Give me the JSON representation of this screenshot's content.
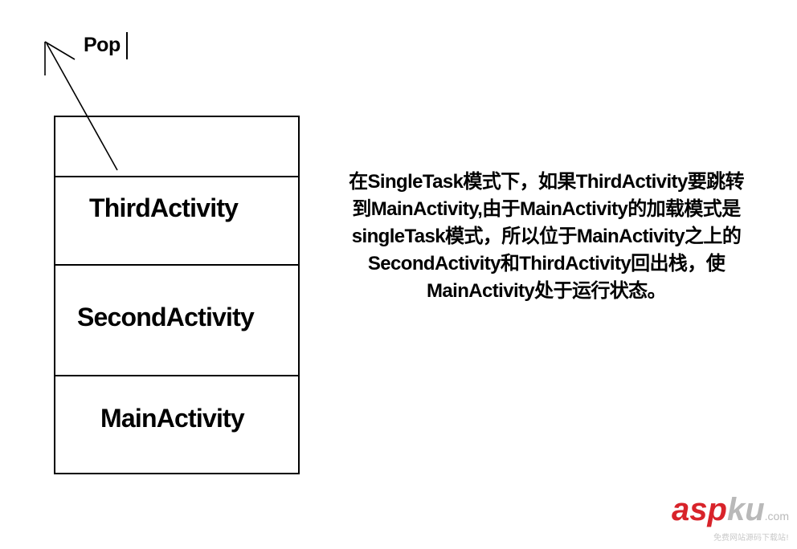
{
  "pop_label": "Pop",
  "stack": {
    "slots": [
      "",
      "ThirdActivity",
      "SecondActivity",
      "MainActivity"
    ]
  },
  "explanation": {
    "lines": [
      "在SingleTask模式下，如果ThirdActivity要跳转",
      "到MainActivity,由于MainActivity的加载模式是",
      "singleTask模式，所以位于MainActivity之上的",
      "SecondActivity和ThirdActivity回出栈，使",
      "MainActivity处于运行状态。"
    ]
  },
  "watermark": {
    "brand_red": "asp",
    "brand_gray": "ku",
    "domain": ".com",
    "tagline": "免费网站源码下载站!",
    "colors": {
      "red": "#d8232a",
      "gray": "#b9b9b9"
    }
  }
}
